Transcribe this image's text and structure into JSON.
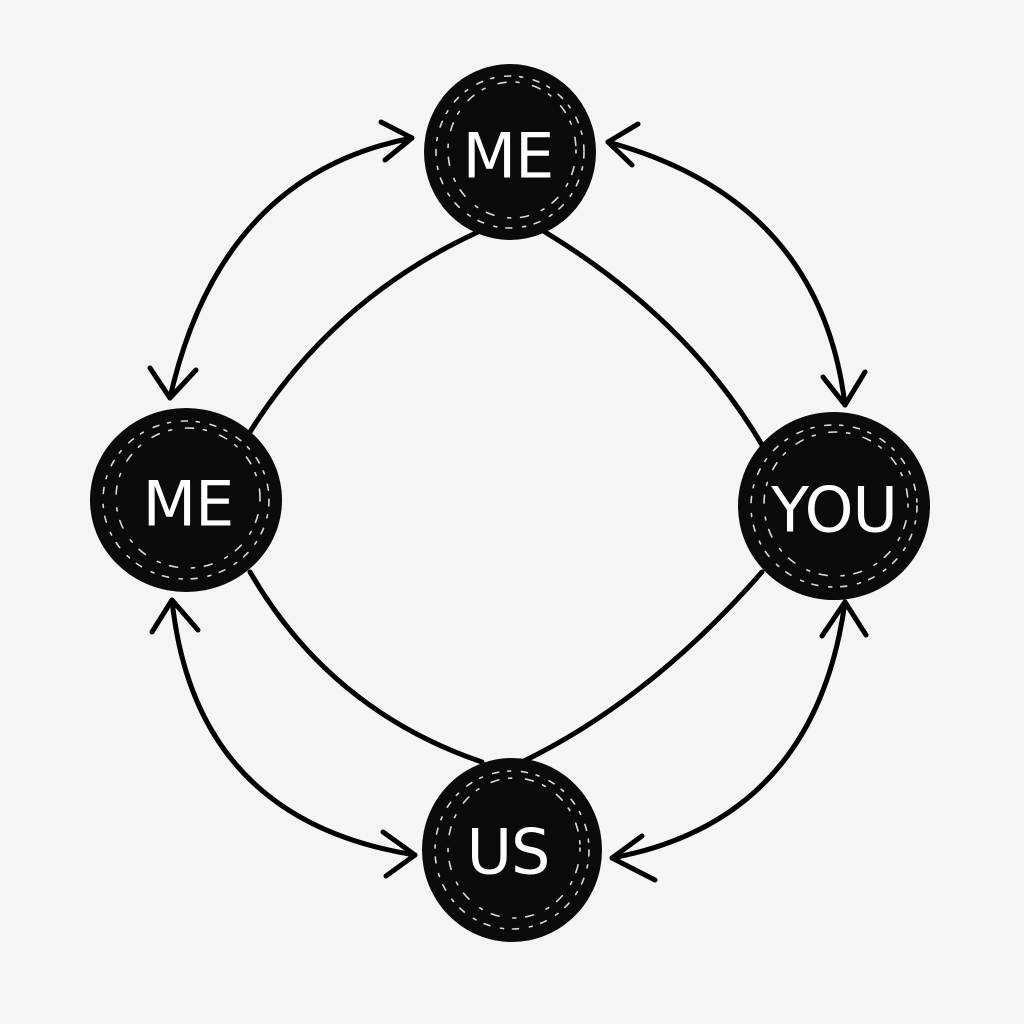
{
  "nodes": {
    "top": {
      "label": "ME"
    },
    "left": {
      "label": "ME"
    },
    "right": {
      "label": "YOU"
    },
    "bottom": {
      "label": "US"
    }
  },
  "colors": {
    "background": "#f5f5f5",
    "ink": "#000000",
    "label": "#ffffff"
  },
  "edges": [
    {
      "from": "top",
      "to": "left",
      "kind": "inner-line"
    },
    {
      "from": "top",
      "to": "right",
      "kind": "inner-line"
    },
    {
      "from": "left",
      "to": "bottom",
      "kind": "inner-line"
    },
    {
      "from": "right",
      "to": "bottom",
      "kind": "inner-line"
    },
    {
      "from": "top",
      "to": "left",
      "kind": "outer-arrow",
      "arrows": "both"
    },
    {
      "from": "top",
      "to": "right",
      "kind": "outer-arrow",
      "arrows": "both"
    },
    {
      "from": "left",
      "to": "bottom",
      "kind": "outer-arrow",
      "arrows": "both"
    },
    {
      "from": "right",
      "to": "bottom",
      "kind": "outer-arrow",
      "arrows": "both"
    }
  ]
}
